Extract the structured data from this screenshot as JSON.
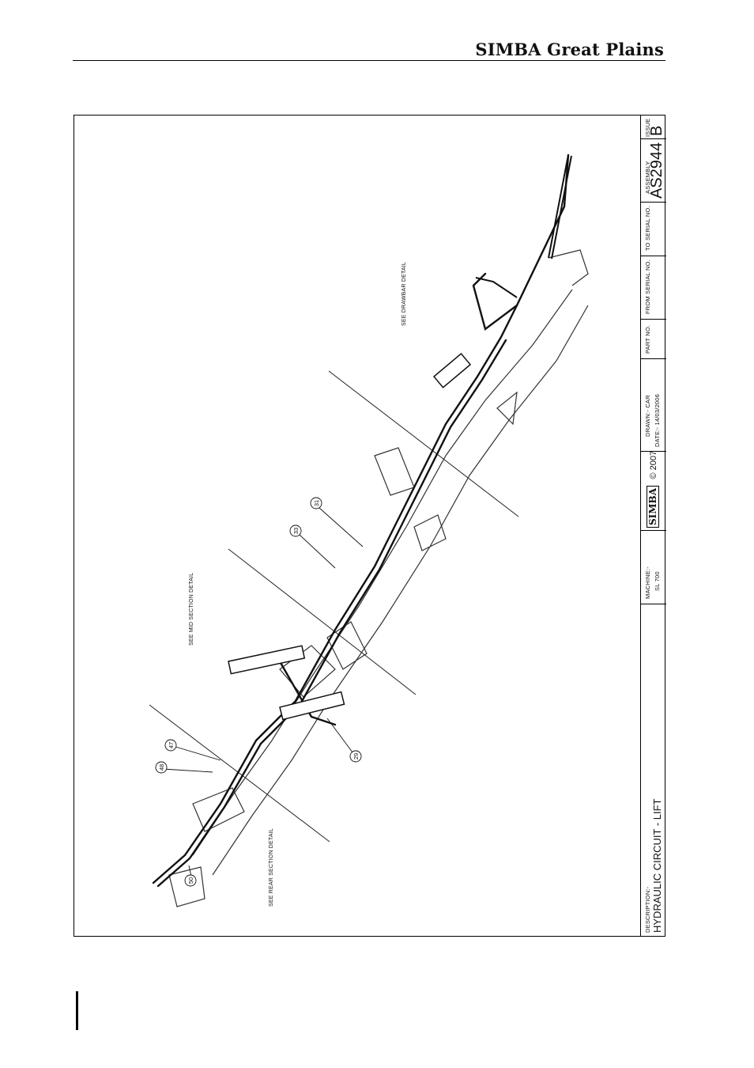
{
  "header": {
    "brand": "SIMBA Great Plains"
  },
  "drawing": {
    "notes": {
      "drawbar": "SEE DRAWBAR DETAIL",
      "mid": "SEE MID SECTION DETAIL",
      "rear": "SEE REAR SECTION DETAIL"
    },
    "balloons": [
      "31",
      "33",
      "29",
      "47",
      "48",
      "50"
    ]
  },
  "title_block": {
    "issue_label": "ISSUE",
    "issue": "B",
    "assembly_label": "ASSEMBLY",
    "assembly": "AS2944",
    "to_serial_label": "TO SERIAL NO.",
    "from_serial_label": "FROM SERIAL NO.",
    "part_no_label": "PART NO.",
    "drawn": "DRAWN:-  CAR",
    "date": "DATE:-  14/03/2006",
    "logo_text": "SIMBA",
    "copyright": "© 2007",
    "machine_label": "MACHINE:-",
    "machine": "SL 700",
    "description_label": "DESCRIPTION:-",
    "description": "HYDRAULIC CIRCUIT - LIFT"
  }
}
